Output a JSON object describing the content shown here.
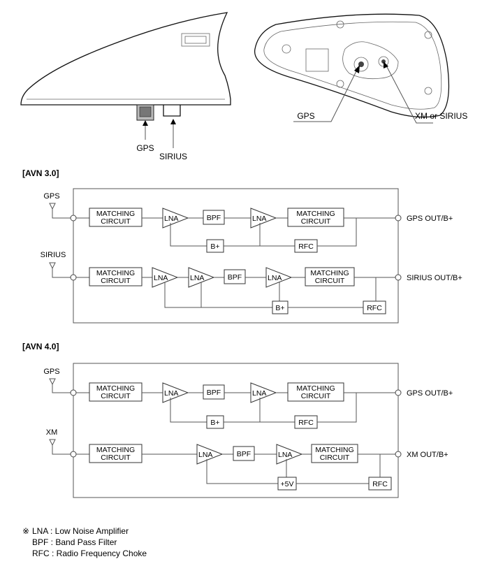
{
  "top_view": {
    "side_labels": {
      "gps": "GPS",
      "sirius": "SIRIUS"
    },
    "bottom_labels": {
      "gps": "GPS",
      "xm_sirius": "XM or SIRIUS"
    }
  },
  "avn30": {
    "title": "[AVN 3.0]",
    "inputs": {
      "gps": "GPS",
      "sirius": "SIRIUS"
    },
    "outputs": {
      "gps": "GPS OUT/B+",
      "sirius": "SIRIUS OUT/B+"
    },
    "blocks": {
      "mc1": [
        "MATCHING",
        "CIRCUIT"
      ],
      "lna1": "LNA",
      "bpf1": "BPF",
      "lna2": "LNA",
      "mc2": [
        "MATCHING",
        "CIRCUIT"
      ],
      "bplus1": "B+",
      "rfc1": "RFC",
      "mc3": [
        "MATCHING",
        "CIRCUIT"
      ],
      "lna3": "LNA",
      "lna4": "LNA",
      "bpf2": "BPF",
      "lna5": "LNA",
      "mc4": [
        "MATCHING",
        "CIRCUIT"
      ],
      "bplus2": "B+",
      "rfc2": "RFC"
    }
  },
  "avn40": {
    "title": "[AVN 4.0]",
    "inputs": {
      "gps": "GPS",
      "xm": "XM"
    },
    "outputs": {
      "gps": "GPS OUT/B+",
      "xm": "XM OUT/B+"
    },
    "blocks": {
      "mc1": [
        "MATCHING",
        "CIRCUIT"
      ],
      "lna1": "LNA",
      "bpf1": "BPF",
      "lna2": "LNA",
      "mc2": [
        "MATCHING",
        "CIRCUIT"
      ],
      "bplus1": "B+",
      "rfc1": "RFC",
      "mc3": [
        "MATCHING",
        "CIRCUIT"
      ],
      "lna3": "LNA",
      "bpf2": "BPF",
      "lna4": "LNA",
      "mc4": [
        "MATCHING",
        "CIRCUIT"
      ],
      "v5": "+5V",
      "rfc2": "RFC"
    }
  },
  "legend": {
    "mark": "※",
    "lines": [
      "LNA : Low Noise Amplifier",
      "BPF : Band Pass Filter",
      "RFC : Radio Frequency Choke"
    ]
  }
}
